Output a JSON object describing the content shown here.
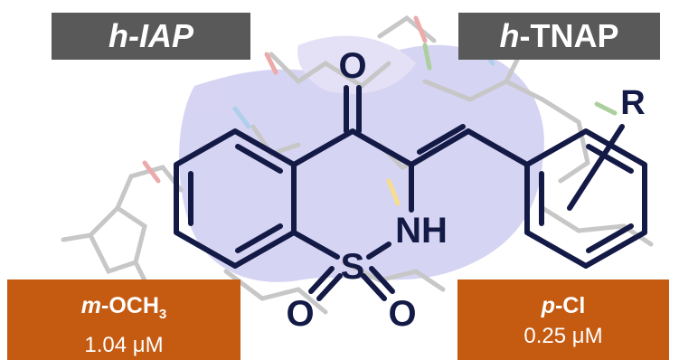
{
  "targets": {
    "left": {
      "prefix": "h",
      "name": "IAP"
    },
    "right": {
      "prefix": "h",
      "name": "TNAP"
    }
  },
  "molecule": {
    "atoms": {
      "ketone_o": "O",
      "nh": "NH",
      "sulfur": "S",
      "sulfonyl_o1": "O",
      "sulfonyl_o2": "O",
      "r_group": "R"
    }
  },
  "results": {
    "left": {
      "prefix": "m",
      "group": "OCH",
      "subscript": "3",
      "value": "1.04 μM"
    },
    "right": {
      "prefix": "p",
      "group": "Cl",
      "value": "0.25 μM"
    }
  },
  "colors": {
    "label_bg": "#595959",
    "result_bg": "#c55a11",
    "structure": "#141a46",
    "surface": "#b6b1ea"
  }
}
